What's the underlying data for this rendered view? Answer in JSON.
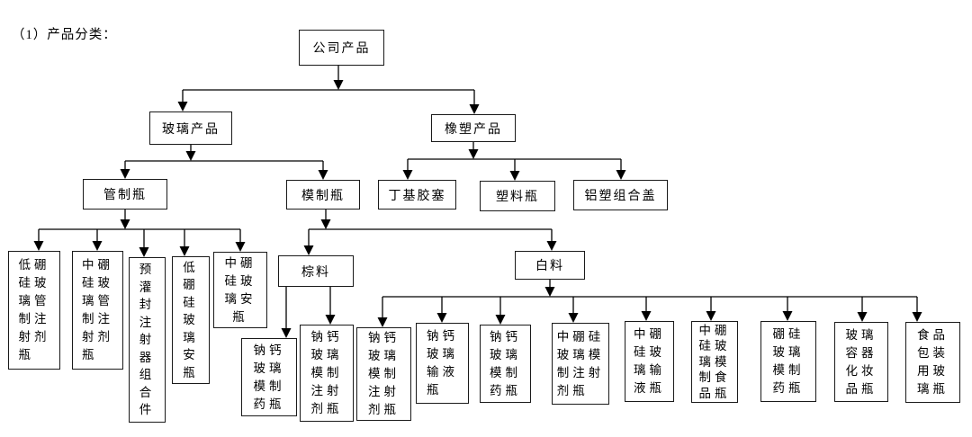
{
  "title": "（1）产品分类：",
  "colors": {
    "background": "#ffffff",
    "text": "#000000",
    "box_border": "#1a1a1a",
    "connector_line": "#000000"
  },
  "tree": {
    "label": "公司产品",
    "children": [
      {
        "label": "玻璃产品",
        "children": [
          {
            "label": "管制瓶",
            "children": [
              {
                "label": "低硼\n硅玻\n璃管\n制注\n射剂\n瓶"
              },
              {
                "label": "中硼\n硅玻\n璃管\n制注\n射剂\n瓶"
              },
              {
                "label": "预\n灌\n封\n注\n射\n器\n组\n合\n件"
              },
              {
                "label": "低\n硼\n硅\n玻\n璃\n安\n瓶"
              },
              {
                "label": "中硼\n硅玻\n璃安\n瓶"
              }
            ]
          },
          {
            "label": "模制瓶",
            "children": [
              {
                "label": "棕料",
                "children": [
                  {
                    "label": "钠钙\n玻璃\n模制\n药瓶"
                  },
                  {
                    "label": "钠钙\n玻璃\n模制\n注射\n剂瓶"
                  }
                ]
              },
              {
                "label": "白料",
                "children": [
                  {
                    "label": "钠钙\n玻璃\n模制\n注射\n剂瓶"
                  },
                  {
                    "label": "钠钙\n玻璃\n输液\n瓶"
                  },
                  {
                    "label": "钠钙\n玻璃\n模制\n药瓶"
                  },
                  {
                    "label": "中硼硅\n玻璃模\n制注射\n剂瓶"
                  },
                  {
                    "label": "中硼\n硅玻\n璃输\n液瓶"
                  },
                  {
                    "label": "中硼\n硅玻\n璃模\n制食\n品瓶"
                  },
                  {
                    "label": "硼硅\n玻璃\n模制\n药瓶"
                  },
                  {
                    "label": "玻璃\n容器\n化妆\n品瓶"
                  },
                  {
                    "label": "食品\n包装\n用玻\n璃瓶"
                  }
                ]
              }
            ]
          }
        ]
      },
      {
        "label": "橡塑产品",
        "children": [
          {
            "label": "丁基胶塞"
          },
          {
            "label": "塑料瓶"
          },
          {
            "label": "铝塑组合盖"
          }
        ]
      }
    ]
  }
}
